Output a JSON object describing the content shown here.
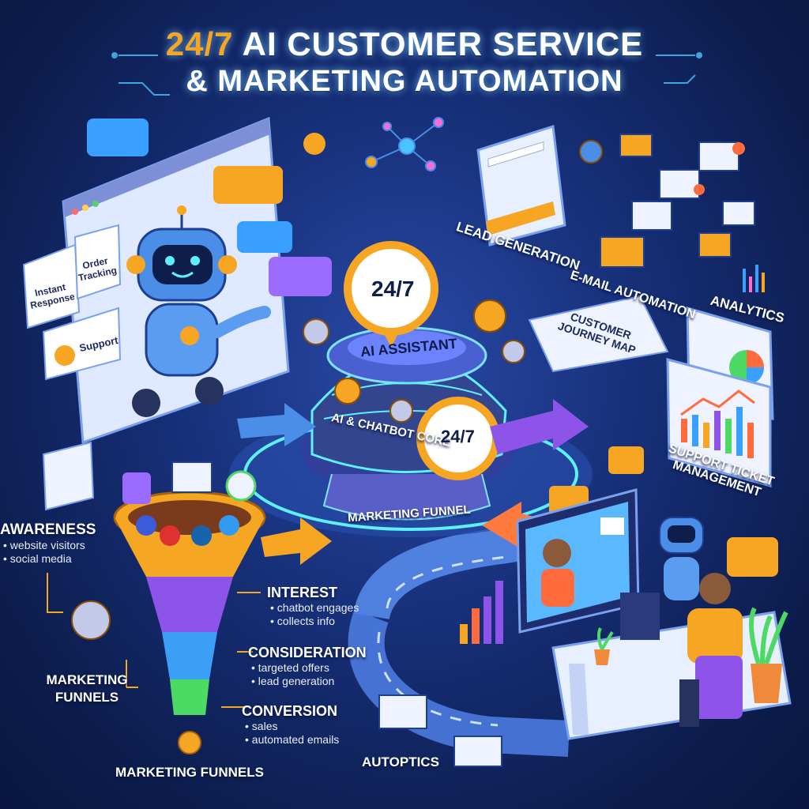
{
  "header": {
    "title_line1_accent": "24/7",
    "title_line1_rest": " AI CUSTOMER SERVICE",
    "title_line2": "& MARKETING AUTOMATION"
  },
  "robot_panel": {
    "cards": [
      "Instant Response",
      "Order Tracking",
      "Support"
    ]
  },
  "core": {
    "clock_top": "24/7",
    "ring_label": "AI ASSISTANT",
    "core_label": "AI & CHATBOT CORE",
    "clock_side": "24/7",
    "band_label": "MARKETING FUNNEL"
  },
  "labels": {
    "lead_generation": "LEAD GENERATION",
    "customer_journey_map": "CUSTOMER JOURNEY MAP",
    "email_automation": "E-MAIL AUTOMATION",
    "analytics": "ANALYTICS",
    "support_ticket": "SUPPORT TICKET MANAGEMENT",
    "marketing_funnels_left": "MARKETING FUNNELS",
    "marketing_funnels_bottom": "MARKETING FUNNELS",
    "autoptics": "AUTOPTICS"
  },
  "funnel_stages": [
    {
      "title": "AWARENESS",
      "bullets": [
        "website visitors",
        "social media"
      ]
    },
    {
      "title": "INTEREST",
      "bullets": [
        "chatbot engages",
        "collects info"
      ]
    },
    {
      "title": "CONSIDERATION",
      "bullets": [
        "targeted offers",
        "lead generation"
      ]
    },
    {
      "title": "CONVERSION",
      "bullets": [
        "sales",
        "automated emails"
      ]
    }
  ],
  "colors": {
    "accent": "#f6a623",
    "background": "#17307a",
    "funnel_orange": "#f5a623",
    "funnel_purple": "#8e54e9",
    "funnel_blue": "#3b9ff5",
    "funnel_green": "#4cd964"
  },
  "icons": [
    "chat-bubble-icon",
    "gear-icon",
    "envelope-icon",
    "robot-icon",
    "clock-icon",
    "headset-icon",
    "facebook-icon",
    "youtube-icon",
    "linkedin-icon",
    "twitter-icon",
    "dollar-icon",
    "bar-chart-icon",
    "pie-chart-icon"
  ]
}
